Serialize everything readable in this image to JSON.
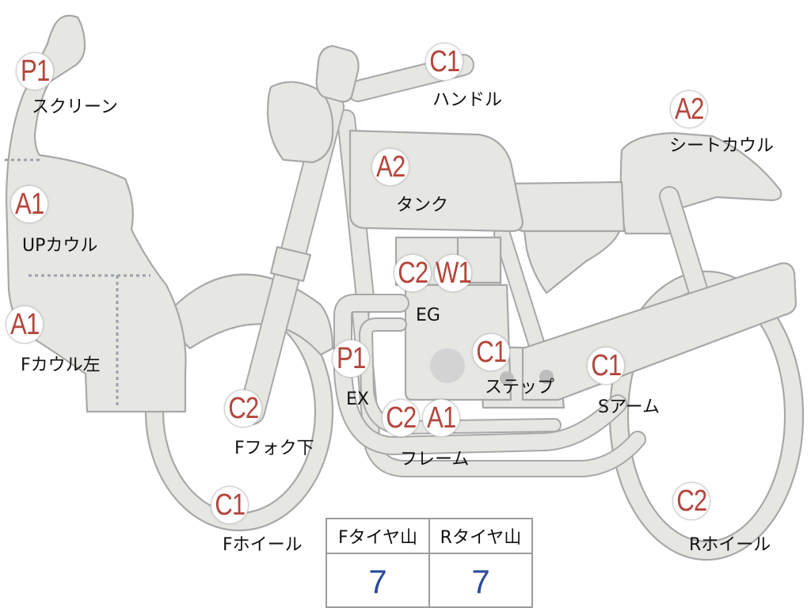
{
  "colors": {
    "part_fill": "#e6e6e3",
    "part_outline": "#a8a8a8",
    "grade_text": "#b4463d",
    "badge_border": "#cfcfcf",
    "label_text": "#111111",
    "divider_dots": "#9aa0aa",
    "table_border": "#9c9c9c",
    "tread_value": "#2b4a9c"
  },
  "parts": [
    {
      "grades": [
        "P1"
      ],
      "label": "スクリーン"
    },
    {
      "grades": [
        "C1"
      ],
      "label": "ハンドル"
    },
    {
      "grades": [
        "A2"
      ],
      "label": "シートカウル"
    },
    {
      "grades": [
        "A2"
      ],
      "label": "タンク"
    },
    {
      "grades": [
        "A1"
      ],
      "label": "UPカウル"
    },
    {
      "grades": [
        "C2",
        "W1"
      ],
      "label": "EG"
    },
    {
      "grades": [
        "A1"
      ],
      "label": "Fカウル左"
    },
    {
      "grades": [
        "P1"
      ],
      "label": "EX"
    },
    {
      "grades": [
        "C1"
      ],
      "label": "ステップ"
    },
    {
      "grades": [
        "C1"
      ],
      "label": "Sアーム"
    },
    {
      "grades": [
        "C2"
      ],
      "label": "Fフォク下"
    },
    {
      "grades": [
        "C2",
        "A1"
      ],
      "label": "フレーム"
    },
    {
      "grades": [
        "C1"
      ],
      "label": "Fホイール"
    },
    {
      "grades": [
        "C2"
      ],
      "label": "Rホイール"
    }
  ],
  "tire_tread": {
    "front_header": "Fタイヤ山",
    "rear_header": "Rタイヤ山",
    "front_value": "7",
    "rear_value": "7"
  }
}
